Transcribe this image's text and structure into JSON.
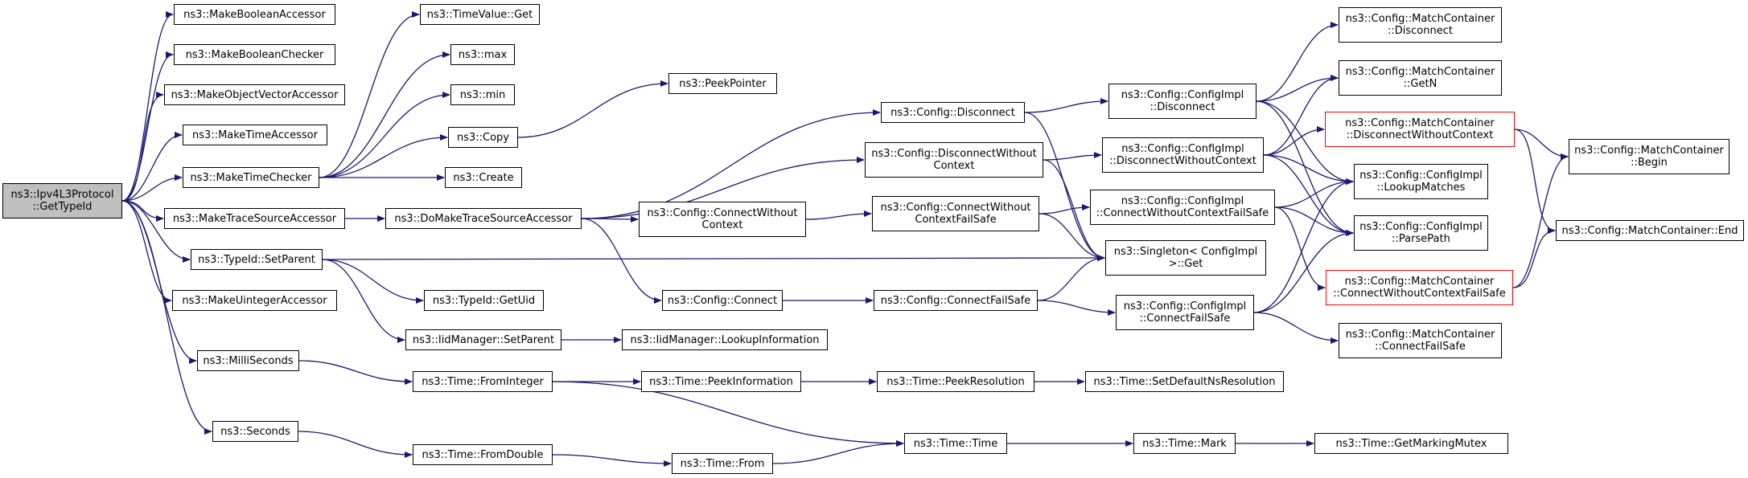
{
  "graph": {
    "edge_color": "#191970",
    "root_fill": "#bfbfbf",
    "highlight_border": "#ff0000",
    "nodes": {
      "root": [
        "ns3::Ipv4L3Protocol",
        "::GetTypeId"
      ],
      "makeBoolAcc": [
        "ns3::MakeBooleanAccessor"
      ],
      "makeBoolChk": [
        "ns3::MakeBooleanChecker"
      ],
      "makeObjVec": [
        "ns3::MakeObjectVectorAccessor"
      ],
      "makeTimeAcc": [
        "ns3::MakeTimeAccessor"
      ],
      "makeTimeChk": [
        "ns3::MakeTimeChecker"
      ],
      "makeTraceSrc": [
        "ns3::MakeTraceSourceAccessor"
      ],
      "typeIdSetParent": [
        "ns3::TypeId::SetParent"
      ],
      "makeUintAcc": [
        "ns3::MakeUintegerAccessor"
      ],
      "milliSeconds": [
        "ns3::MilliSeconds"
      ],
      "seconds": [
        "ns3::Seconds"
      ],
      "timeValueGet": [
        "ns3::TimeValue::Get"
      ],
      "max": [
        "ns3::max"
      ],
      "min": [
        "ns3::min"
      ],
      "copy": [
        "ns3::Copy"
      ],
      "create": [
        "ns3::Create"
      ],
      "doMakeTrace": [
        "ns3::DoMakeTraceSourceAccessor"
      ],
      "getUid": [
        "ns3::TypeId::GetUid"
      ],
      "iidSetParent": [
        "ns3::IidManager::SetParent"
      ],
      "iidLookup": [
        "ns3::IidManager::LookupInformation"
      ],
      "fromInteger": [
        "ns3::Time::FromInteger"
      ],
      "fromDouble": [
        "ns3::Time::FromDouble"
      ],
      "peekPointer": [
        "ns3::PeekPointer"
      ],
      "cfgDisconnect": [
        "ns3::Config::Disconnect"
      ],
      "cfgDisconnectWO": [
        "ns3::Config::DisconnectWithout",
        "Context"
      ],
      "cfgConnectWO": [
        "ns3::Config::ConnectWithout",
        "Context"
      ],
      "cfgConnect": [
        "ns3::Config::Connect"
      ],
      "peekInfo": [
        "ns3::Time::PeekInformation"
      ],
      "timeFrom": [
        "ns3::Time::From"
      ],
      "cfgConnectWOFS": [
        "ns3::Config::ConnectWithout",
        "ContextFailSafe"
      ],
      "cfgConnectFS": [
        "ns3::Config::ConnectFailSafe"
      ],
      "peekRes": [
        "ns3::Time::PeekResolution"
      ],
      "timeTime": [
        "ns3::Time::Time"
      ],
      "implDisconnect": [
        "ns3::Config::ConfigImpl",
        "::Disconnect"
      ],
      "implDisconnectWO": [
        "ns3::Config::ConfigImpl",
        "::DisconnectWithoutContext"
      ],
      "implConnectWOFS": [
        "ns3::Config::ConfigImpl",
        "::ConnectWithoutContextFailSafe"
      ],
      "singletonGet": [
        "ns3::Singleton< ConfigImpl",
        " >::Get"
      ],
      "implConnectFS": [
        "ns3::Config::ConfigImpl",
        "::ConnectFailSafe"
      ],
      "setDefaultNs": [
        "ns3::Time::SetDefaultNsResolution"
      ],
      "timeMark": [
        "ns3::Time::Mark"
      ],
      "mcDisconnect": [
        "ns3::Config::MatchContainer",
        "::Disconnect"
      ],
      "mcGetN": [
        "ns3::Config::MatchContainer",
        "::GetN"
      ],
      "mcDisconnectWO": [
        "ns3::Config::MatchContainer",
        "::DisconnectWithoutContext"
      ],
      "lookupMatches": [
        "ns3::Config::ConfigImpl",
        "::LookupMatches"
      ],
      "parsePath": [
        "ns3::Config::ConfigImpl",
        "::ParsePath"
      ],
      "mcConnectWOFS": [
        "ns3::Config::MatchContainer",
        "::ConnectWithoutContextFailSafe"
      ],
      "mcConnectFS": [
        "ns3::Config::MatchContainer",
        "::ConnectFailSafe"
      ],
      "getMarkingMutex": [
        "ns3::Time::GetMarkingMutex"
      ],
      "mcBegin": [
        "ns3::Config::MatchContainer",
        "::Begin"
      ],
      "mcEnd": [
        "ns3::Config::MatchContainer::End"
      ]
    }
  }
}
